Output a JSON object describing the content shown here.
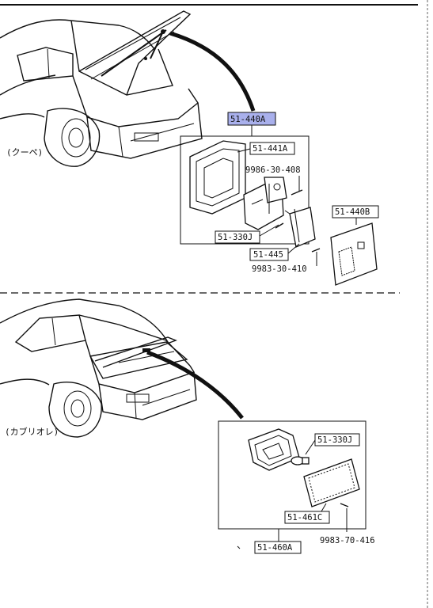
{
  "top_section": {
    "model_label": "(クーペ)",
    "assembly": {
      "part": "51-440A",
      "highlight_color": "#a9b0ec"
    },
    "parts": [
      {
        "id": "51-441A"
      },
      {
        "id": "9986-30-408"
      },
      {
        "id": "51-330J"
      },
      {
        "id": "51-445"
      },
      {
        "id": "9983-30-410"
      },
      {
        "id": "51-440B"
      }
    ]
  },
  "bottom_section": {
    "model_label": "(カブリオレ)",
    "assembly": {
      "part": "51-460A"
    },
    "parts": [
      {
        "id": "51-330J"
      },
      {
        "id": "51-461C"
      },
      {
        "id": "9983-70-416"
      }
    ]
  }
}
